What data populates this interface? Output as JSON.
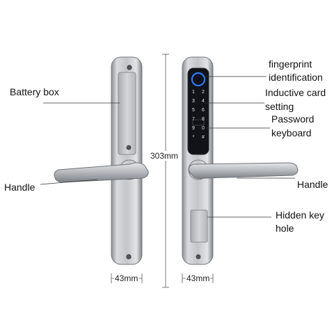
{
  "labels": {
    "battery_box": "Battery box",
    "handle_left": "Handle",
    "fingerprint_1": "fingerprint",
    "fingerprint_2": "identification",
    "card_1": "Inductive card",
    "card_2": "setting",
    "password_1": "Password",
    "password_2": "keyboard",
    "handle_right": "Handle",
    "keyhole_1": "Hidden key",
    "keyhole_2": "hole"
  },
  "dimensions": {
    "height": "303mm",
    "width_left": "43mm",
    "width_right": "43mm"
  },
  "keypad": {
    "keys": [
      "1",
      "2",
      "3",
      "4",
      "5",
      "6",
      "7",
      "8",
      "9",
      "0",
      "*",
      "#"
    ]
  },
  "colors": {
    "steel": "#c9cbce",
    "panel": "#111318",
    "fingerprint_ring": "#2e7bff",
    "key_text": "#e8e8e8"
  }
}
